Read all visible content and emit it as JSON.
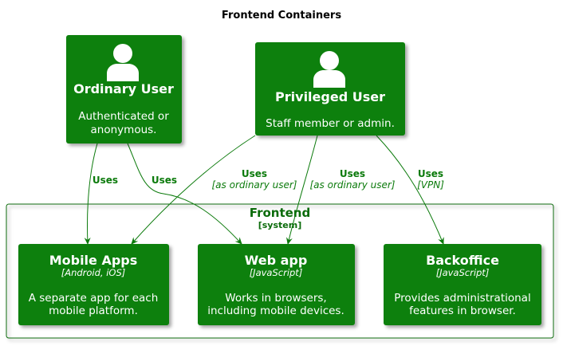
{
  "title": "Frontend Containers",
  "colors": {
    "node_fill": "#088008",
    "arrow": "#0b7a0b",
    "boundary_border": "#0b6b0b"
  },
  "persons": [
    {
      "id": "ordinary",
      "name": "Ordinary User",
      "description": [
        "Authenticated or",
        "anonymous."
      ],
      "icon": "person-icon"
    },
    {
      "id": "privileged",
      "name": "Privileged User",
      "description": [
        "Staff member or admin."
      ],
      "icon": "person-icon"
    }
  ],
  "boundary": {
    "name": "Frontend",
    "type": "[system]"
  },
  "containers": [
    {
      "id": "mobile",
      "name": "Mobile Apps",
      "technology": "[Android, iOS]",
      "description": [
        "A separate app for each",
        "mobile platform."
      ]
    },
    {
      "id": "web",
      "name": "Web app",
      "technology": "[JavaScript]",
      "description": [
        "Works in browsers,",
        "including mobile devices."
      ]
    },
    {
      "id": "backoffice",
      "name": "Backoffice",
      "technology": "[JavaScript]",
      "description": [
        "Provides administrational",
        "features in browser."
      ]
    }
  ],
  "relations": [
    {
      "from": "ordinary",
      "to": "mobile",
      "label": "Uses",
      "technology": ""
    },
    {
      "from": "ordinary",
      "to": "web",
      "label": "Uses",
      "technology": ""
    },
    {
      "from": "privileged",
      "to": "mobile",
      "label": "Uses",
      "technology": "[as ordinary user]"
    },
    {
      "from": "privileged",
      "to": "web",
      "label": "Uses",
      "technology": "[as ordinary user]"
    },
    {
      "from": "privileged",
      "to": "backoffice",
      "label": "Uses",
      "technology": "[VPN]"
    }
  ]
}
